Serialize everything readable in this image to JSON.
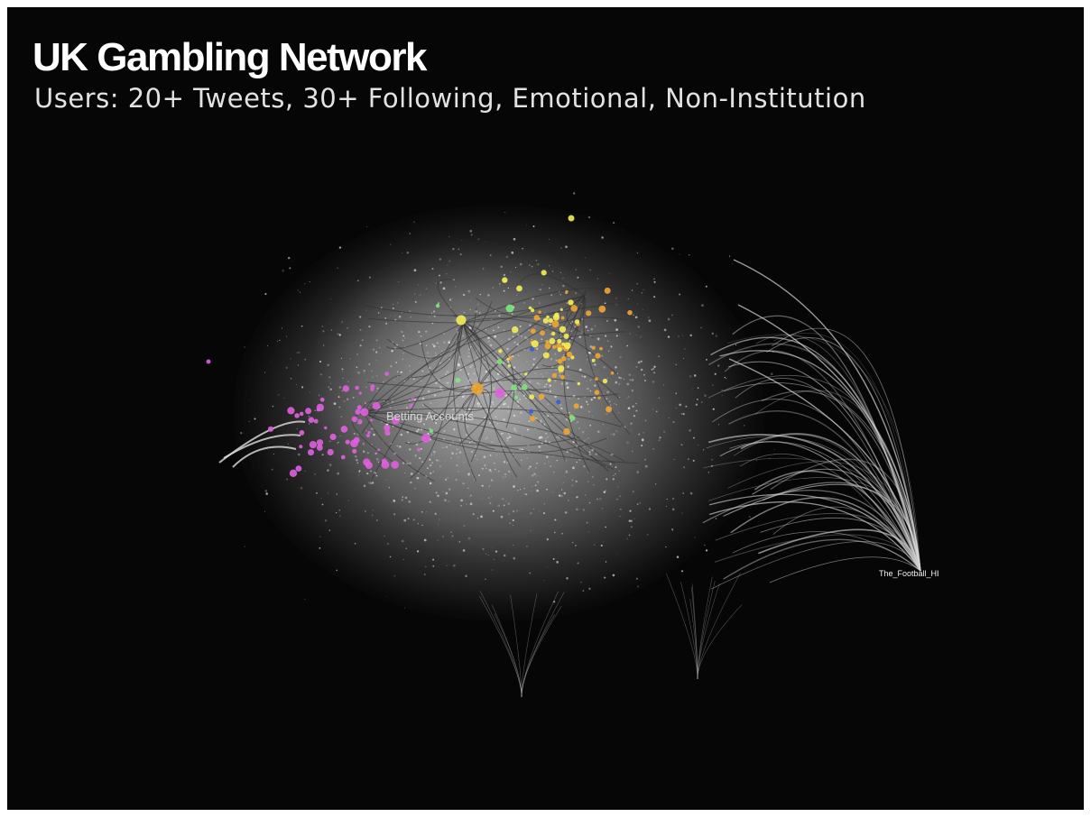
{
  "title": "UK Gambling Network",
  "subtitle": "Users: 20+ Tweets, 30+ Following, Emotional, Non-Institution",
  "labels": {
    "hub_left": "Betting Accounts",
    "hub_right": "The_Football_HI"
  },
  "colors": {
    "background": "#060606",
    "edges": "#cfcfcf",
    "magenta": "#e060e0",
    "orange": "#f2a531",
    "yellow": "#f5ee55",
    "green": "#7de87d",
    "blue": "#3b5bd9"
  }
}
